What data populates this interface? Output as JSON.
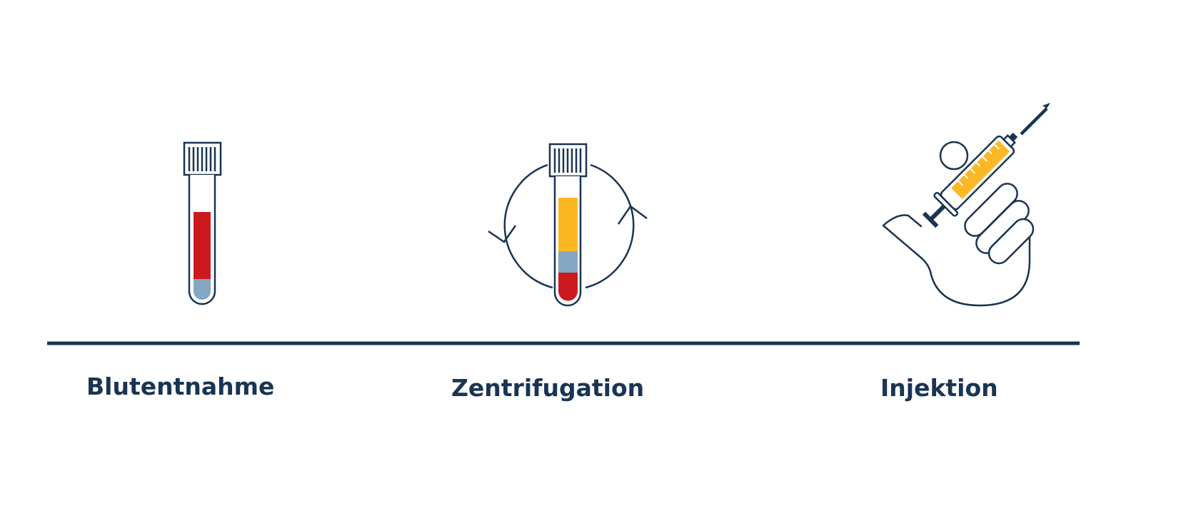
{
  "colors": {
    "navy": "#1a3553",
    "blood_red": "#cc1a1f",
    "serum_blue": "#84a7c2",
    "plasma_yellow": "#fbb824",
    "background": "#ffffff"
  },
  "steps": [
    {
      "label": "Blutentnahme",
      "icon": "blood-tube-icon"
    },
    {
      "label": "Zentrifugation",
      "icon": "centrifuge-icon"
    },
    {
      "label": "Injektion",
      "icon": "syringe-hand-icon"
    }
  ]
}
